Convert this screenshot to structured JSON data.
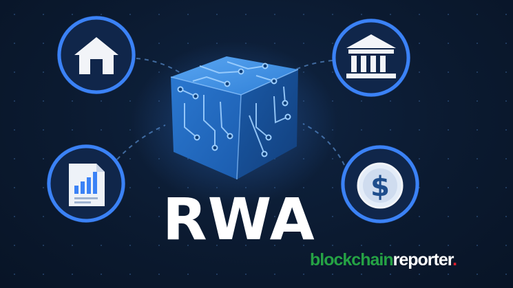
{
  "title": "RWA",
  "brand": {
    "part1": "blockchain",
    "part2": "reporter",
    "dot": "."
  },
  "icons": [
    "house-icon",
    "bank-icon",
    "document-chart-icon",
    "dollar-coin-icon",
    "blockchain-cube-icon"
  ],
  "colors": {
    "background": "#0b1a30",
    "accent_blue": "#2f80ed",
    "ring_blue": "#3b82f6",
    "icon_white": "#f2f4f8",
    "brand_green": "#25a244",
    "brand_dot_red": "#e11d2a"
  }
}
